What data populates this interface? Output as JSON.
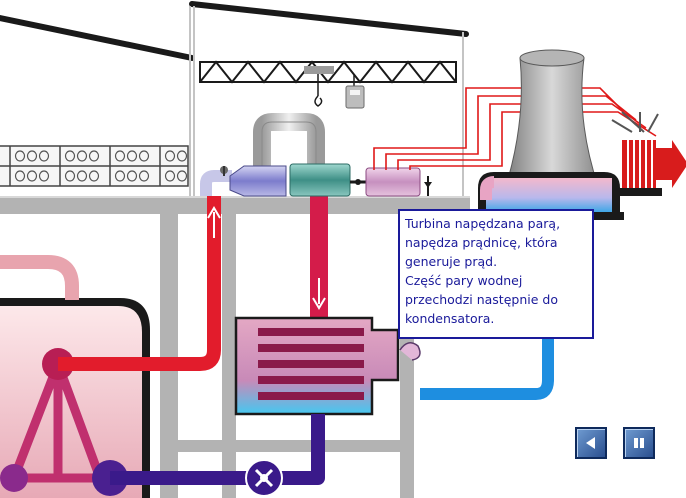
{
  "tooltip": {
    "lines": [
      "Turbina napędzana parą,",
      "napędza prądnicę, która",
      "generuje prąd.",
      "Część pary wodnej",
      "przechodzi następnie do",
      "kondensatora."
    ]
  },
  "controls": {
    "back": {
      "icon": "triangle-left-icon"
    },
    "pause": {
      "icon": "pause-icon"
    }
  },
  "colors": {
    "structure": "#b3b3b3",
    "steam_pipe": "#e21c2c",
    "condensate_pipe": "#3a1a8a",
    "cooling_pipe": "#1e8ee0",
    "wires": "#e01818",
    "tooltip_border": "#1a1a9a",
    "tooltip_text": "#1a1a9a"
  }
}
